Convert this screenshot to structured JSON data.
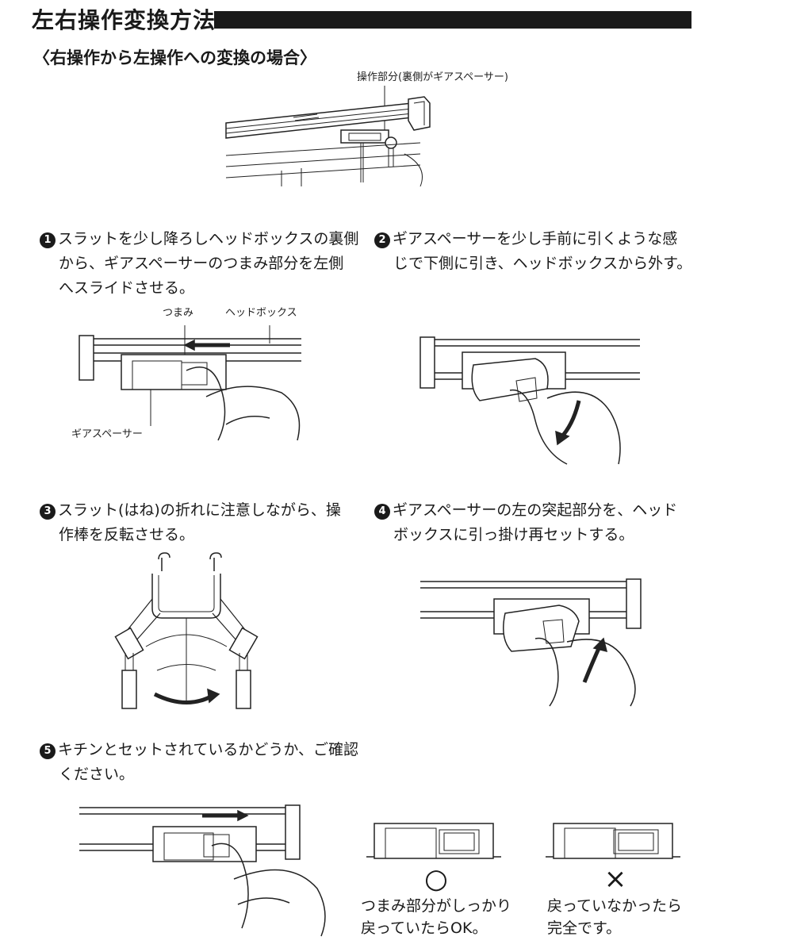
{
  "heading": {
    "title": "左右操作変換方法",
    "subtitle": "〈右操作から左操作への変換の場合〉"
  },
  "overview": {
    "callout": "操作部分(裏側がギアスペーサー)"
  },
  "steps": [
    {
      "num": "1",
      "lines": [
        "スラットを少し降ろしヘッドボックスの裏側",
        "から、ギアスペーサーのつまみ部分を左側",
        "へスライドさせる。"
      ]
    },
    {
      "num": "2",
      "lines": [
        "ギアスペーサーを少し手前に引くような感",
        "じで下側に引き、ヘッドボックスから外す。"
      ]
    },
    {
      "num": "3",
      "lines": [
        "スラット(はね)の折れに注意しながら、操",
        "作棒を反転させる。"
      ]
    },
    {
      "num": "4",
      "lines": [
        "ギアスペーサーの左の突起部分を、ヘッド",
        "ボックスに引っ掛け再セットする。"
      ]
    },
    {
      "num": "5",
      "lines": [
        "キチンとセットされているかどうか、ご確認",
        "ください。"
      ]
    }
  ],
  "step1_labels": {
    "knob": "つまみ",
    "headbox": "ヘッドボックス",
    "gear_spacer": "ギアスペーサー"
  },
  "check": {
    "ok": {
      "mark": "○",
      "lines": [
        "つまみ部分がしっかり",
        "戻っていたらOK。"
      ]
    },
    "ng": {
      "mark": "×",
      "lines": [
        "戻っていなかったら",
        "完全です。"
      ]
    }
  }
}
